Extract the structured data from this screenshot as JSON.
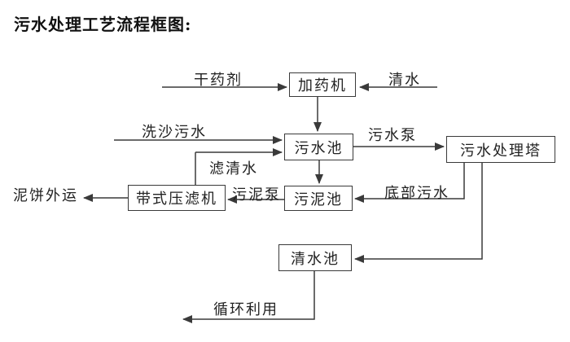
{
  "title": "污水处理工艺流程框图:",
  "diagram": {
    "line_color": "#3a3a3a",
    "boxes": {
      "dosing_machine": "加药机",
      "sewage_pool": "污水池",
      "treatment_tower": "污水处理塔",
      "belt_filter_press": "带式压滤机",
      "sludge_pool": "污泥池",
      "clean_water_pool": "清水池"
    },
    "labels": {
      "dry_chemical": "干药剂",
      "clean_water": "清水",
      "sand_washing_sewage": "洗沙污水",
      "filtered_water": "滤清水",
      "sewage_pump": "污水泵",
      "bottom_sewage": "底部污水",
      "sludge_pump": "污泥泵",
      "mud_cake_out": "泥饼外运",
      "recycling": "循环利用"
    },
    "flows": [
      {
        "from": "干药剂",
        "to": "加药机",
        "label": ""
      },
      {
        "from": "清水",
        "to": "加药机",
        "label": ""
      },
      {
        "from": "加药机",
        "to": "污水池",
        "label": ""
      },
      {
        "from": "洗沙污水",
        "to": "污水池",
        "label": ""
      },
      {
        "from": "污水池",
        "to": "污水处理塔",
        "label": "污水泵"
      },
      {
        "from": "污水池",
        "to": "污泥池",
        "label": ""
      },
      {
        "from": "污水处理塔",
        "to": "污泥池",
        "label": "底部污水"
      },
      {
        "from": "污水处理塔",
        "to": "清水池",
        "label": ""
      },
      {
        "from": "污泥池",
        "to": "带式压滤机",
        "label": "污泥泵"
      },
      {
        "from": "带式压滤机",
        "to": "污水池",
        "label": "滤清水"
      },
      {
        "from": "带式压滤机",
        "to": "泥饼外运",
        "label": ""
      },
      {
        "from": "清水池",
        "to": "循环利用",
        "label": ""
      }
    ]
  }
}
